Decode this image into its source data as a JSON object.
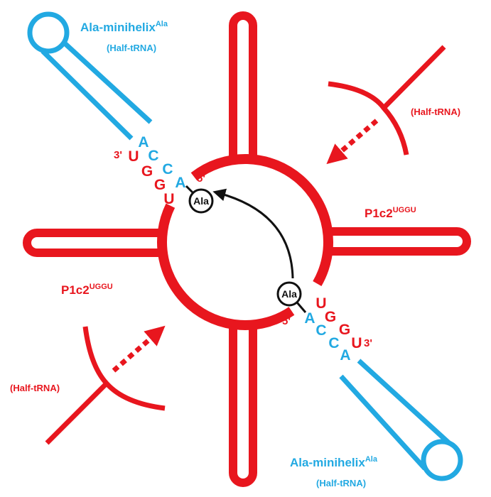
{
  "colors": {
    "ribozyme": "#e8161e",
    "minihelix": "#22a9e2",
    "ala": "#111111"
  },
  "labels": {
    "minihelix_top": {
      "main": "Ala-minihelix",
      "sup": "Ala",
      "sub": "(Half-tRNA)"
    },
    "minihelix_bottom": {
      "main": "Ala-minihelix",
      "sup": "Ala",
      "sub": "(Half-tRNA)"
    },
    "half_trna_right": "(Half-tRNA)",
    "half_trna_left": "(Half-tRNA)",
    "p1c2_right": {
      "main": "P1c2",
      "sup": "UGGU"
    },
    "p1c2_left": {
      "main": "P1c2",
      "sup": "UGGU"
    },
    "ala_top": "Ala",
    "ala_bottom": "Ala",
    "prime3": "3'",
    "prime5": "5'",
    "seq_top_blue": [
      "A",
      "C",
      "C",
      "A"
    ],
    "seq_top_red": [
      "U",
      "G",
      "G",
      "U"
    ],
    "seq_bottom_blue": [
      "A",
      "C",
      "C",
      "A"
    ],
    "seq_bottom_red": [
      "U",
      "G",
      "G",
      "U"
    ]
  }
}
